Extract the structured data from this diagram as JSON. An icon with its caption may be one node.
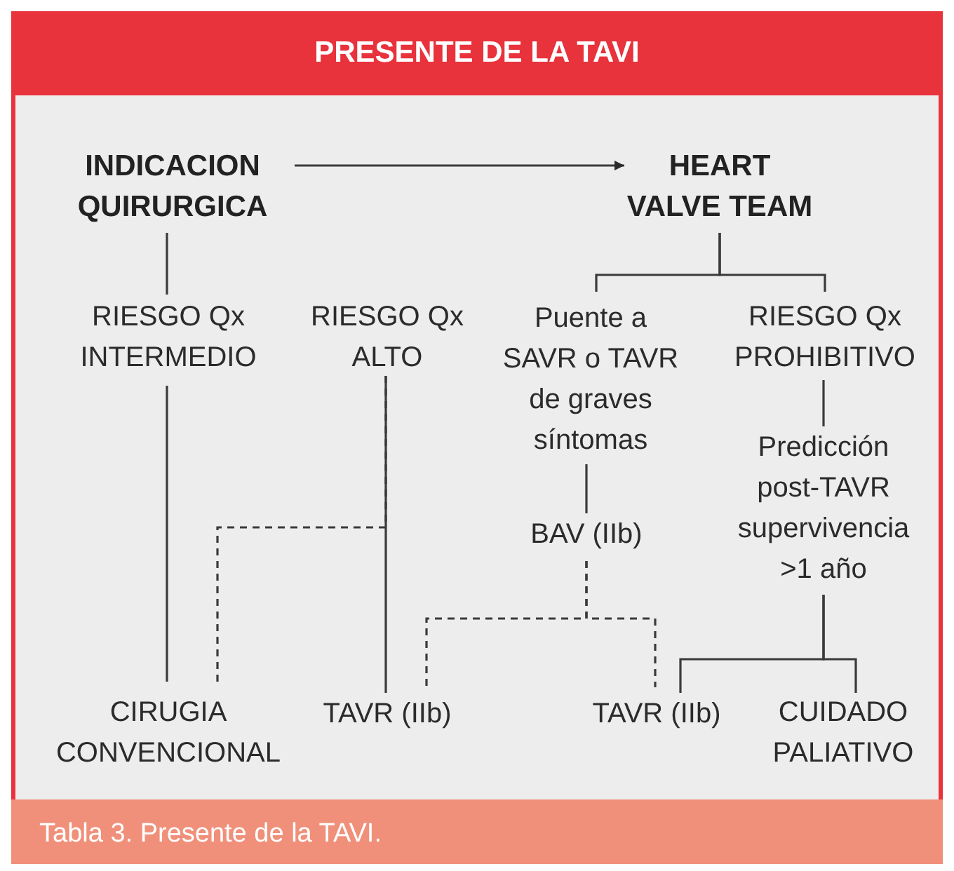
{
  "diagram": {
    "title": "PRESENTE DE LA TAVI",
    "caption": "Tabla 3. Presente de la TAVI.",
    "nodes": [
      {
        "text": [
          "INDICACION QUIRURGICA"
        ]
      },
      {
        "text": [
          "HEART VALVE TEAM"
        ]
      },
      {
        "text": [
          "RIESGO Qx INTERMEDIO"
        ]
      },
      {
        "text": [
          "RIESGO Qx ALTO"
        ]
      },
      {
        "text": [
          "Puente a SAVR o TAVR de graves síntomas"
        ]
      },
      {
        "text": [
          "RIESGO Qx PROHIBITIVO"
        ]
      },
      {
        "text": [
          "BAV (IIb)"
        ]
      },
      {
        "text": [
          "Predicción post-TAVR supervivencia >1 año"
        ]
      },
      {
        "text": [
          "CIRUGIA CONVENCIONAL"
        ]
      },
      {
        "text": [
          "TAVR (IIb)"
        ]
      },
      {
        "text": [
          "TAVR (IIb)"
        ]
      },
      {
        "text": [
          "CUIDADO PALIATIVO"
        ]
      }
    ],
    "edges": [
      {
        "from": 0,
        "to": 1,
        "arrow": "to"
      },
      {
        "from": 0,
        "to": 2,
        "arrow": "none"
      },
      {
        "from": 1,
        "to": 4,
        "arrow": "none"
      },
      {
        "from": 1,
        "to": 5,
        "arrow": "none"
      },
      {
        "from": 2,
        "to": 8,
        "arrow": "none"
      },
      {
        "from": 3,
        "to": 9,
        "arrow": "none"
      },
      {
        "from": 3,
        "to": 8,
        "arrow": "none",
        "style": "dashed"
      },
      {
        "from": 4,
        "to": 6,
        "arrow": "none"
      },
      {
        "from": 6,
        "to": 9,
        "arrow": "none",
        "style": "dashed"
      },
      {
        "from": 6,
        "to": 10,
        "arrow": "none",
        "style": "dashed"
      },
      {
        "from": 5,
        "to": 7,
        "arrow": "none"
      },
      {
        "from": 7,
        "to": 10,
        "arrow": "none"
      },
      {
        "from": 7,
        "to": 11,
        "arrow": "none"
      }
    ]
  }
}
